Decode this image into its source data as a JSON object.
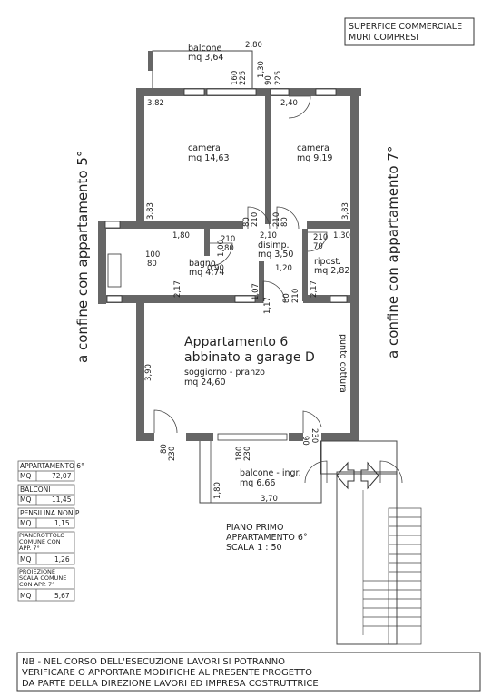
{
  "header_box": {
    "line1": "SUPERFICE COMMERCIALE",
    "line2": "MURI COMPRESI"
  },
  "rooms": {
    "balcone_top": {
      "name": "balcone",
      "area": "mq 3,64"
    },
    "camera_left": {
      "name": "camera",
      "area": "mq 14,63"
    },
    "camera_right": {
      "name": "camera",
      "area": "mq 9,19"
    },
    "bagno": {
      "name": "bagno",
      "area": "mq 4,74"
    },
    "disimp": {
      "name": "disimp.",
      "area": "mq 3,50"
    },
    "ripost": {
      "name": "ripost.",
      "area": "mq 2,82"
    },
    "soggiorno": {
      "name": "soggiorno - pranzo",
      "area": "mq 24,60"
    },
    "balcone_ingr": {
      "name": "balcone - ingr.",
      "area": "mq 6,66"
    }
  },
  "main_title": {
    "line1": "Appartamento 6",
    "line2": "abbinato a garage D"
  },
  "punto_cottura": "punto cottura",
  "side_left": "a confine con appartamento 5°",
  "side_right": "a confine con appartamento 7°",
  "dimensions": {
    "d_280": "2,80",
    "d_160": "160",
    "d_225a": "225",
    "d_130a": "1,30",
    "d_90a": "90",
    "d_225b": "225",
    "d_382": "3,82",
    "d_240": "2,40",
    "d_383a": "3,83",
    "d_383b": "3,83",
    "d_180": "1,80",
    "d_210a": "210",
    "d_80a": "80",
    "d_80b": "80",
    "d_210b": "210",
    "d_210c": "210",
    "d_80c": "80",
    "d_210d": "2,10",
    "d_130b": "1,30",
    "d_210e": "210",
    "d_70": "70",
    "d_100": "100",
    "d_80d": "80",
    "d_100b": "1,00",
    "d_090": "0,90",
    "d_120": "1,20",
    "d_217a": "2,17",
    "d_217b": "2,17",
    "d_107": "1,07",
    "d_117": "1,17",
    "d_80e": "80",
    "d_210f": "210",
    "d_390": "3,90",
    "d_230a": "230",
    "d_80f": "80",
    "d_230b": "230",
    "d_180b": "180",
    "d_230c": "230",
    "d_90b": "90",
    "d_180c": "1,80",
    "d_370": "3,70"
  },
  "plan_caption": {
    "line1": "PIANO PRIMO",
    "line2": "APPARTAMENTO 6°",
    "line3": "SCALA 1 : 50"
  },
  "legend": [
    {
      "header": "APPARTAMENTO 6°",
      "key": "MQ",
      "value": "72,07"
    },
    {
      "header": "BALCONI",
      "key": "MQ",
      "value": "11,45"
    },
    {
      "header": "PENSILINA NON P.",
      "key": "MQ",
      "value": "1,15"
    },
    {
      "header": "PIANEROTTOLO COMUNE CON APP. 7°",
      "key": "MQ",
      "value": "1,26"
    },
    {
      "header": "PROIEZIONE SCALA COMUNE CON APP. 7°",
      "key": "MQ",
      "value": "5,67"
    }
  ],
  "note": {
    "line1": "NB - NEL CORSO DELL'ESECUZIONE LAVORI SI POTRANNO",
    "line2": "VERIFICARE O APPORTARE MODIFICHE AL PRESENTE PROGETTO",
    "line3": "DA PARTE DELLA DIREZIONE LAVORI ED IMPRESA COSTRUTTRICE"
  }
}
